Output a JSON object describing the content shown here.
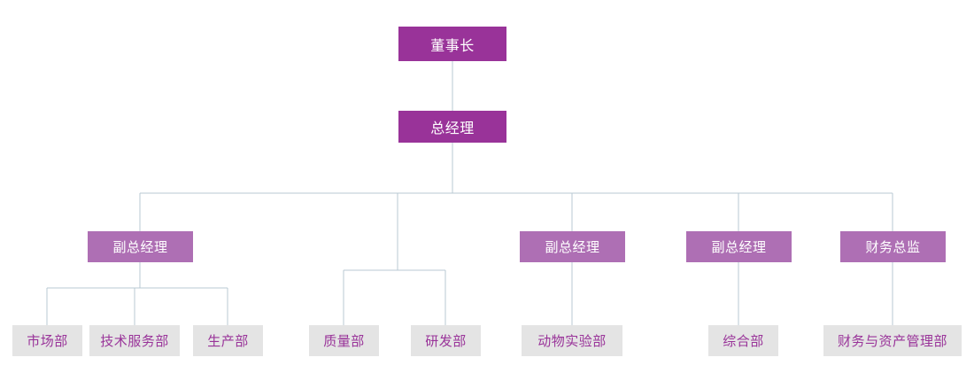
{
  "chart": {
    "type": "org-chart",
    "title": "",
    "colors": {
      "level1_fill": "#993399",
      "level1_text": "#ffffff",
      "level2_fill": "#AE6FB4",
      "level2_text": "#ffffff",
      "level3_fill": "#E4E4E4",
      "level3_text": "#993399",
      "connector": "#B9C8D3",
      "background": "#ffffff"
    },
    "nodes": {
      "chairman": {
        "label": "董事长",
        "level": 1
      },
      "general_manager": {
        "label": "总经理",
        "level": 1
      },
      "vice_gm_1": {
        "label": "副总经理",
        "level": 2
      },
      "vice_gm_2": {
        "label": "副总经理",
        "level": 2
      },
      "vice_gm_3": {
        "label": "副总经理",
        "level": 2
      },
      "finance_director": {
        "label": "财务总监",
        "level": 2
      },
      "market_dept": {
        "label": "市场部",
        "level": 3
      },
      "tech_service_dept": {
        "label": "技术服务部",
        "level": 3
      },
      "production_dept": {
        "label": "生产部",
        "level": 3
      },
      "quality_dept": {
        "label": "质量部",
        "level": 3
      },
      "rd_dept": {
        "label": "研发部",
        "level": 3
      },
      "animal_lab_dept": {
        "label": "动物实验部",
        "level": 3
      },
      "general_affairs_dept": {
        "label": "综合部",
        "level": 3
      },
      "finance_asset_dept": {
        "label": "财务与资产管理部",
        "level": 3
      }
    }
  }
}
